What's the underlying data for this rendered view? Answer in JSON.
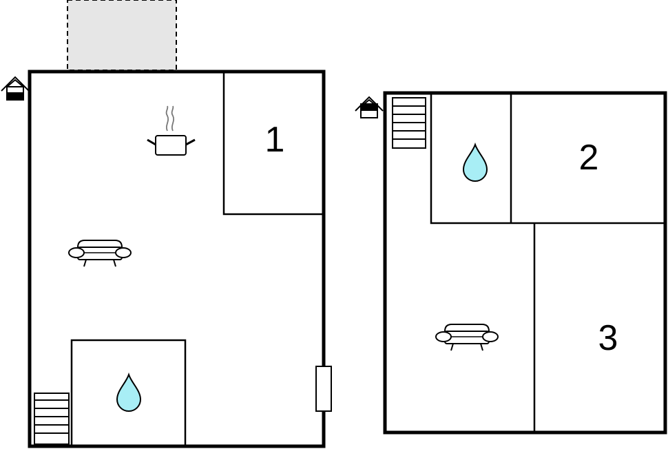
{
  "rooms": {
    "room1": "1",
    "room2": "2",
    "room3": "3"
  },
  "icons": {
    "entrance": "house-entrance-icon",
    "kitchen": "cooking-pot-icon",
    "living": "sofa-icon",
    "bathroom": "water-drop-icon",
    "stairs": "stairs-icon",
    "door": "door-icon"
  },
  "colors": {
    "water": "#a8eef5",
    "terrace": "#e6e6e6",
    "wall": "#000000"
  }
}
